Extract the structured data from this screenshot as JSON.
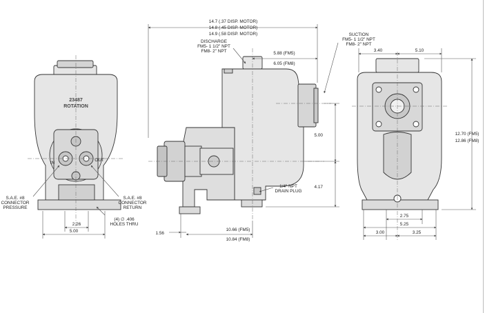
{
  "overall_length": [
    "14.7 (.37 DISP. MOTOR)",
    "14.8 (.45 DISP. MOTOR)",
    "14.9 (.58 DISP. MOTOR)"
  ],
  "discharge": [
    "DISCHARGE",
    "FM5- 1 1/2\" NPT",
    "FM8- 2\" NPT"
  ],
  "suction": [
    "SUCTION",
    "FM5- 1 1/2\" NPT",
    "FM8- 2\" NPT"
  ],
  "dim_discharge_offset": [
    "5.88 (FM5)",
    "6.05 (FM8)"
  ],
  "dim_height_upper": "5.00",
  "dim_height_lower": "4.17",
  "drain_plug": [
    "1/4\" NPT",
    "DRAIN PLUG"
  ],
  "dim_base_length": [
    "10.66 (FM5)",
    "10.84 (FM8)"
  ],
  "dim_base_offset": "1.56",
  "dim_top_left": "3.40",
  "dim_top_right": "5.10",
  "dim_total_height": [
    "12.70 (FM5)",
    "12.86 (FM8)"
  ],
  "dim_bolt_inner": "2.75",
  "dim_bolt_outer": "5.25",
  "dim_base_left": "3.00",
  "dim_base_right": "3.25",
  "casting_text": [
    "23487",
    "ROTATION"
  ],
  "port_in": "IN",
  "port_out": "OUT",
  "pressure_connector": [
    "S.A.E. #8",
    "CONNECTOR",
    "PRESSURE"
  ],
  "return_connector": [
    "S.A.E. #8",
    "CONNECTOR",
    "RETURN"
  ],
  "dim_port_spacing": "2.26",
  "dim_base_width": "5.00",
  "holes_note": [
    "(4) ∅ .406",
    "HOLES THRU"
  ],
  "colors": {
    "line": "#333333",
    "dim": "#555555",
    "fill": "#e6e6e6",
    "shade": "#c8c8c8"
  }
}
